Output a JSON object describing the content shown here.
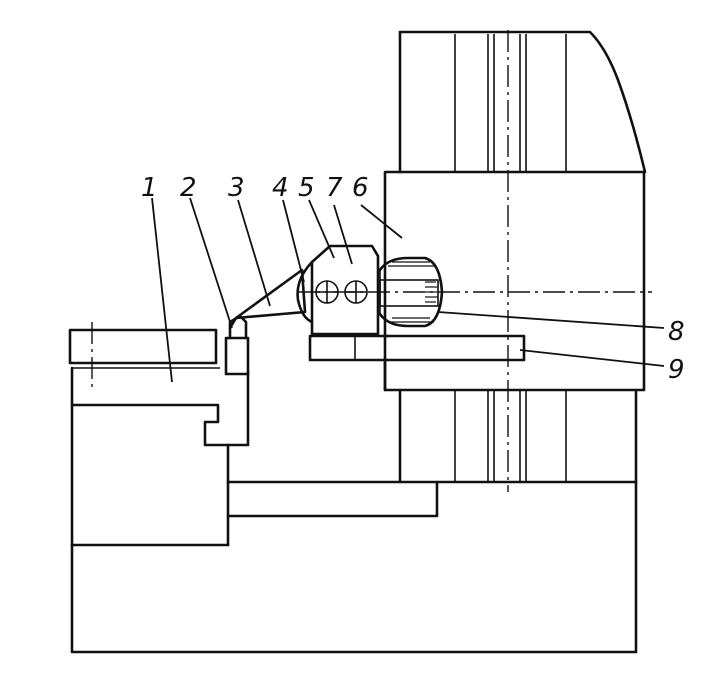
{
  "figure": {
    "labels": [
      {
        "id": "1",
        "text": "1"
      },
      {
        "id": "2",
        "text": "2"
      },
      {
        "id": "3",
        "text": "3"
      },
      {
        "id": "4",
        "text": "4"
      },
      {
        "id": "5",
        "text": "5"
      },
      {
        "id": "7",
        "text": "7"
      },
      {
        "id": "6",
        "text": "6"
      },
      {
        "id": "8",
        "text": "8"
      },
      {
        "id": "9",
        "text": "9"
      }
    ]
  }
}
